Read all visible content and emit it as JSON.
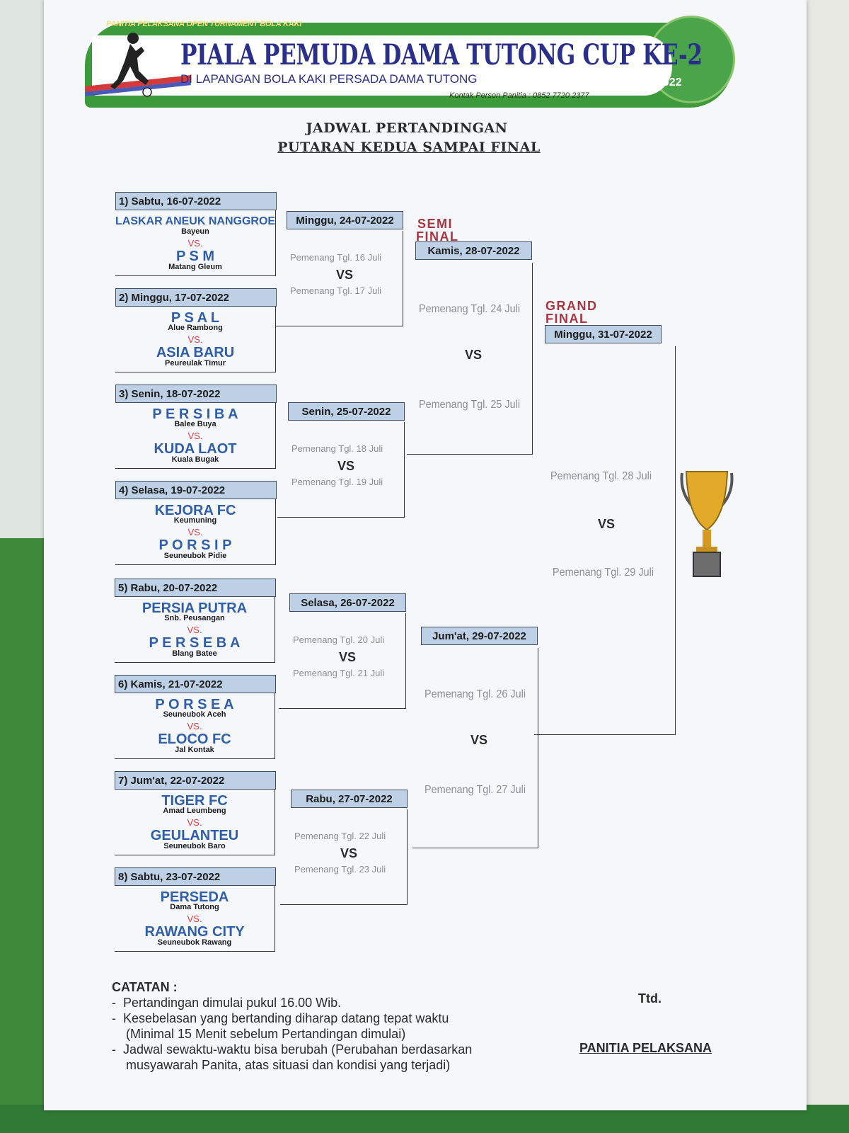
{
  "banner": {
    "top": "PANITIA PELAKSANA OPEN TURNAMENT BOLA KAKI",
    "title": "PIALA PEMUDA DAMA TUTONG CUP KE-2",
    "subtitle": "DI LAPANGAN BOLA KAKI PERSADA DAMA TUTONG",
    "contact": "Kontak Person Panitia : 0852 7720 2377",
    "year": "2022"
  },
  "heading": {
    "line1": "JADWAL PERTANDINGAN",
    "line2": "PUTARAN KEDUA SAMPAI FINAL"
  },
  "round2": [
    {
      "date": "1)  Sabtu, 16-07-2022",
      "team1": "LASKAR ANEUK NANGGROE",
      "team1_sub": "Bayeun",
      "vs": "VS.",
      "team2": "P  S  M",
      "team2_sub": "Matang Gleum"
    },
    {
      "date": "2)  Minggu, 17-07-2022",
      "team1": "P  S  A  L",
      "team1_sub": "Alue Rambong",
      "vs": "VS.",
      "team2": "ASIA BARU",
      "team2_sub": "Peureulak Timur"
    },
    {
      "date": "3)  Senin, 18-07-2022",
      "team1": "P E R S I B A",
      "team1_sub": "Balee Buya",
      "vs": "VS.",
      "team2": "KUDA LAOT",
      "team2_sub": "Kuala Bugak"
    },
    {
      "date": "4)  Selasa, 19-07-2022",
      "team1": "KEJORA FC",
      "team1_sub": "Keumuning",
      "vs": "VS.",
      "team2": "P O R S I P",
      "team2_sub": "Seuneubok Pidie"
    },
    {
      "date": "5)  Rabu, 20-07-2022",
      "team1": "PERSIA PUTRA",
      "team1_sub": "Snb. Peusangan",
      "vs": "VS.",
      "team2": "P E R S E B A",
      "team2_sub": "Blang Batee"
    },
    {
      "date": "6)  Kamis, 21-07-2022",
      "team1": "P O R S E A",
      "team1_sub": "Seuneubok Aceh",
      "vs": "VS.",
      "team2": "ELOCO FC",
      "team2_sub": "Jal Kontak"
    },
    {
      "date": "7)  Jum'at, 22-07-2022",
      "team1": "TIGER FC",
      "team1_sub": "Amad Leumbeng",
      "vs": "VS.",
      "team2": "GEULANTEU",
      "team2_sub": "Seuneubok Baro"
    },
    {
      "date": "8)  Sabtu, 23-07-2022",
      "team1": "PERSEDA",
      "team1_sub": "Dama Tutong",
      "vs": "VS.",
      "team2": "RAWANG CITY",
      "team2_sub": "Seuneubok Rawang"
    }
  ],
  "quarter": [
    {
      "date": "Minggu, 24-07-2022",
      "w1": "Pemenang Tgl. 16 Juli",
      "vs": "VS",
      "w2": "Pemenang Tgl. 17 Juli"
    },
    {
      "date": "Senin, 25-07-2022",
      "w1": "Pemenang Tgl. 18 Juli",
      "vs": "VS",
      "w2": "Pemenang Tgl. 19 Juli"
    },
    {
      "date": "Selasa, 26-07-2022",
      "w1": "Pemenang Tgl. 20 Juli",
      "vs": "VS",
      "w2": "Pemenang Tgl. 21 Juli"
    },
    {
      "date": "Rabu, 27-07-2022",
      "w1": "Pemenang Tgl. 22 Juli",
      "vs": "VS",
      "w2": "Pemenang Tgl. 23 Juli"
    }
  ],
  "semi": {
    "label1": "SEMI",
    "label2": "FINAL",
    "matches": [
      {
        "date": "Kamis, 28-07-2022",
        "w1": "Pemenang Tgl. 24 Juli",
        "vs": "VS",
        "w2": "Pemenang Tgl. 25 Juli"
      },
      {
        "date": "Jum'at, 29-07-2022",
        "w1": "Pemenang Tgl. 26 Juli",
        "vs": "VS",
        "w2": "Pemenang Tgl. 27 Juli"
      }
    ]
  },
  "final": {
    "label1": "GRAND",
    "label2": "FINAL",
    "date": "Minggu, 31-07-2022",
    "w1": "Pemenang Tgl. 28 Juli",
    "vs": "VS",
    "w2": "Pemenang Tgl. 29 Juli"
  },
  "notes": {
    "title": "CATATAN :",
    "items": [
      "-  Pertandingan dimulai pukul 16.00 Wib.",
      "-  Kesebelasan yang bertanding diharap datang tepat waktu",
      "    (Minimal 15 Menit sebelum Pertandingan dimulai)",
      "-  Jadwal sewaktu-waktu bisa berubah (Perubahan berdasarkan",
      "    musyawarah Panita, atas situasi dan kondisi yang terjadi)"
    ]
  },
  "signature": {
    "ttd": "Ttd.",
    "panitia": "PANITIA PELAKSANA"
  }
}
